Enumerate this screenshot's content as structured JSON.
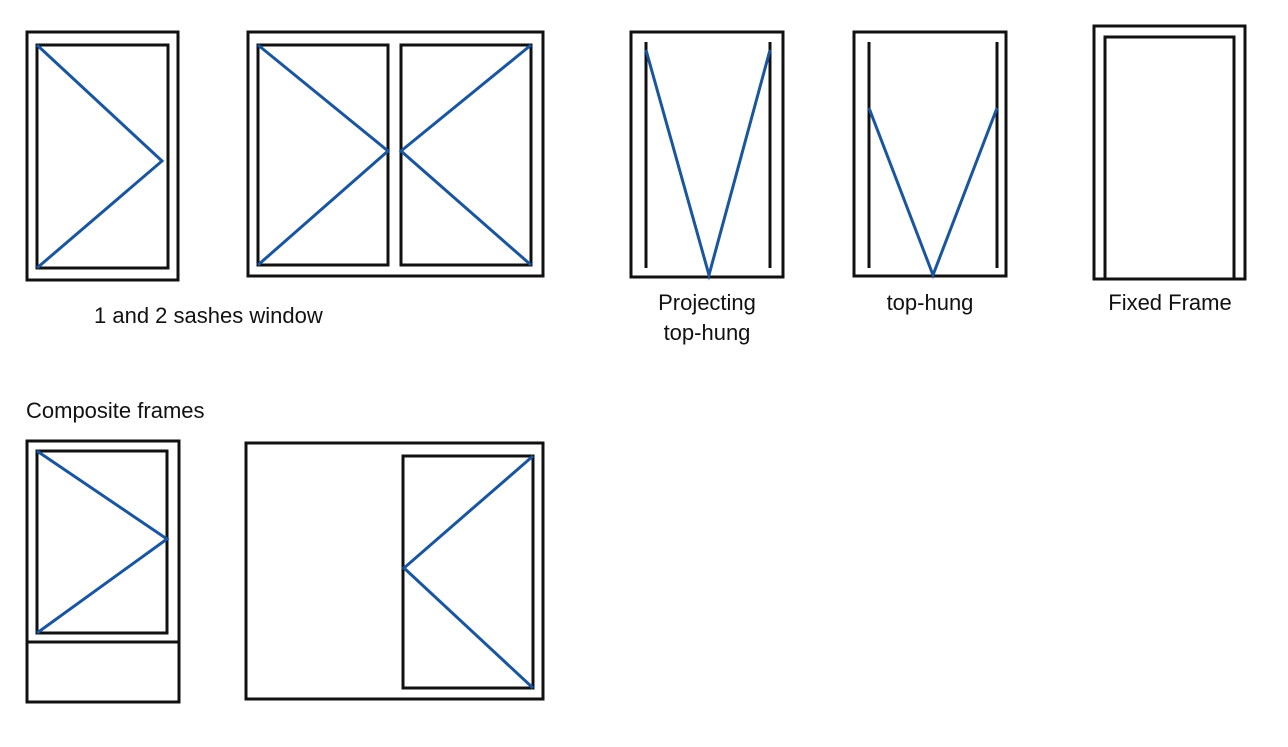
{
  "labels": {
    "sashes_window": "1 and 2 sashes window",
    "projecting_top_hung_line1": "Projecting",
    "projecting_top_hung_line2": "top-hung",
    "top_hung": "top-hung",
    "fixed_frame": "Fixed Frame",
    "composite_frames": "Composite frames"
  },
  "colors": {
    "outline": "#111111",
    "opening_indicator": "#1a56a0",
    "background": "#ffffff"
  }
}
